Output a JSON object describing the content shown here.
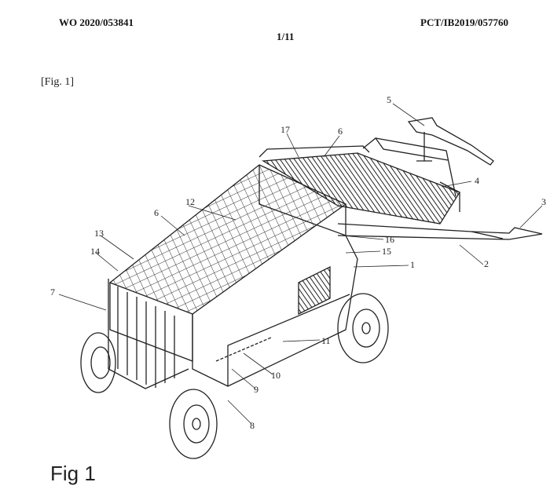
{
  "header": {
    "left": "WO 2020/053841",
    "center": "1/11",
    "right": "PCT/IB2019/057760"
  },
  "figure": {
    "label": "[Fig. 1]",
    "caption": "Fig 1",
    "callouts": [
      "5",
      "17",
      "6",
      "4",
      "3",
      "12",
      "16",
      "15",
      "1",
      "6",
      "13",
      "2",
      "14",
      "7",
      "11",
      "10",
      "9",
      "8"
    ]
  }
}
